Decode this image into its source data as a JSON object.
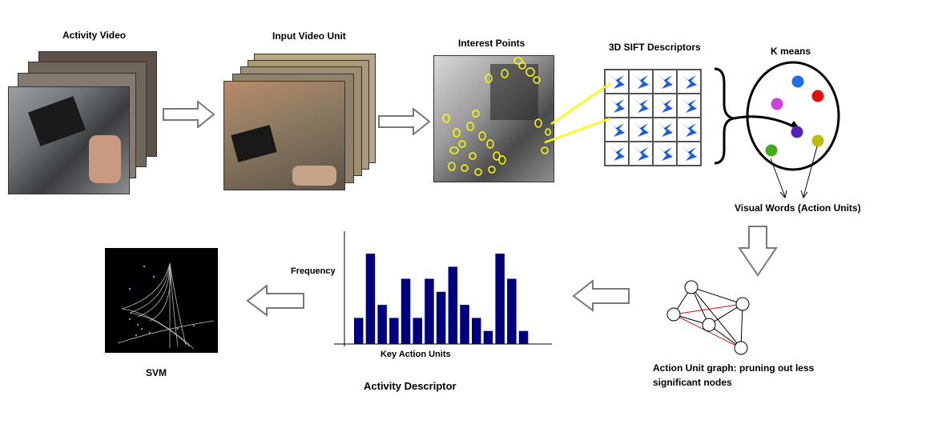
{
  "labels": {
    "activity_video": "Activity Video",
    "input_video_unit": "Input Video Unit",
    "interest_points": "Interest Points",
    "sift_descriptors": "3D SIFT Descriptors",
    "kmeans": "K means",
    "visual_words": "Visual Words (Action Units)",
    "action_unit_graph_line1": "Action Unit graph: pruning out less",
    "action_unit_graph_line2": "significant nodes",
    "activity_descriptor": "Activity Descriptor",
    "svm": "SVM"
  },
  "chart_data": {
    "type": "bar",
    "xlabel": "Key Action Units",
    "ylabel": "Frequency",
    "values": [
      2.6,
      9.0,
      3.9,
      2.6,
      6.5,
      2.6,
      6.5,
      5.2,
      7.7,
      3.9,
      2.6,
      1.3,
      9.0,
      6.5,
      1.3
    ],
    "ylim": [
      0,
      11
    ]
  },
  "colors": {
    "bar": "#00007f",
    "interest_point": "#ffff00",
    "kmeans_points": [
      "#1e6fe8",
      "#dd1111",
      "#cc44dd",
      "#5522bb",
      "#44aa22",
      "#bbbb11"
    ],
    "sift_arrow": "#1e5fd8"
  }
}
